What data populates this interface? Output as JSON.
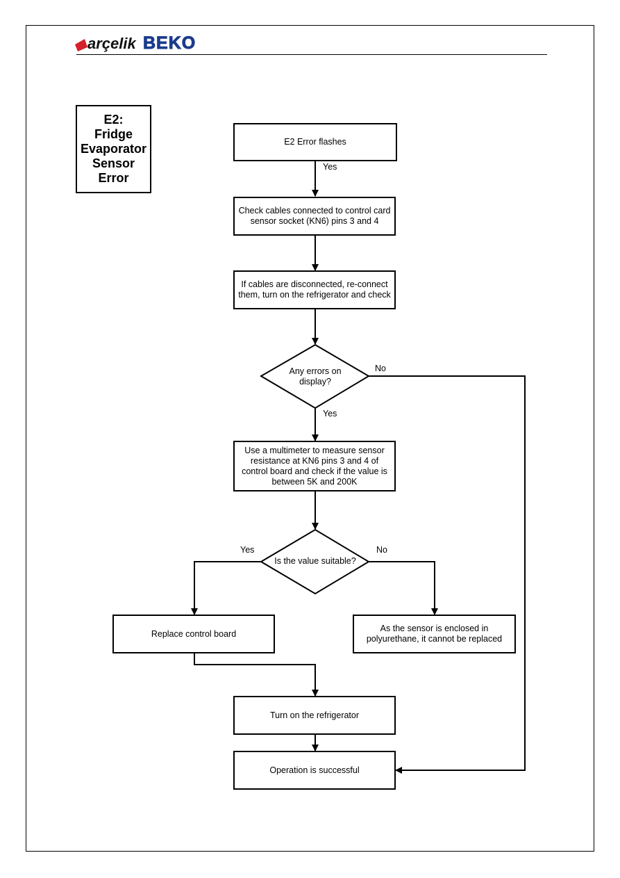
{
  "header": {
    "logo_arcelik": "arçelik",
    "logo_beko": "BEKO"
  },
  "title": {
    "line1": "E2:",
    "line2": "Fridge",
    "line3": "Evaporator",
    "line4": "Sensor",
    "line5": "Error"
  },
  "flow": {
    "start": "E2 Error flashes",
    "check_cables": "Check cables connected to control card sensor socket (KN6) pins 3 and 4",
    "reconnect": "If cables are disconnected, re-connect them, turn on the refrigerator and check",
    "decision_errors": "Any errors on display?",
    "measure": "Use a multimeter to measure sensor resistance at KN6 pins 3 and 4 of control board and check if the value is between 5K and 200K",
    "decision_value": "Is the value suitable?",
    "replace_board": "Replace control board",
    "not_replaceable": "As the sensor is enclosed in polyurethane, it cannot be replaced",
    "turn_on": "Turn on the refrigerator",
    "success": "Operation is successful"
  },
  "edges": {
    "yes_1": "Yes",
    "no_errors": "No",
    "yes_errors": "Yes",
    "yes_value": "Yes",
    "no_value": "No"
  }
}
